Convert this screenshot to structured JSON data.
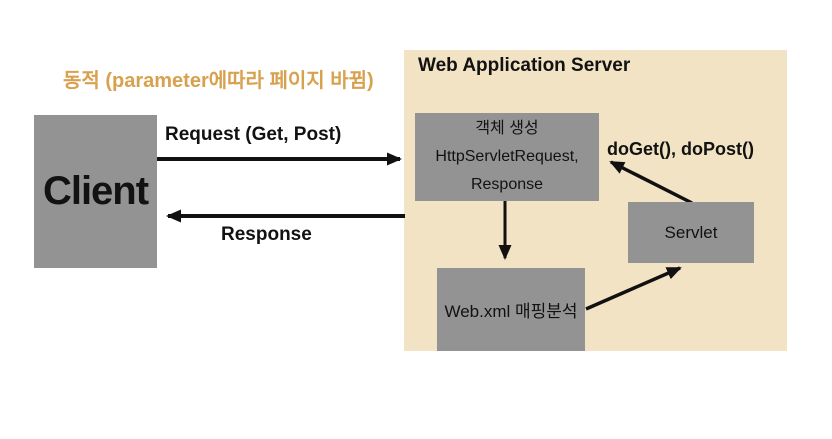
{
  "annotation": {
    "dynamic_note": "동적 (parameter에따라 페이지 바뀜)"
  },
  "client": {
    "label": "Client"
  },
  "server": {
    "title": "Web Application Server",
    "object_creation_box": {
      "lines": [
        "객체 생성",
        "HttpServletRequest,",
        "Response"
      ]
    },
    "servlet_box": {
      "label": "Servlet"
    },
    "webxml_box": {
      "label": "Web.xml 매핑분석"
    }
  },
  "arrows": {
    "request_label": "Request (Get, Post)",
    "response_label": "Response",
    "doget_label": "doGet(), doPost()"
  },
  "colors": {
    "server_panel_bg": "#f2e3c4",
    "box_bg": "#939393",
    "accent_text": "#d8a14f",
    "line": "#111111",
    "canvas_bg": "#ffffff"
  }
}
